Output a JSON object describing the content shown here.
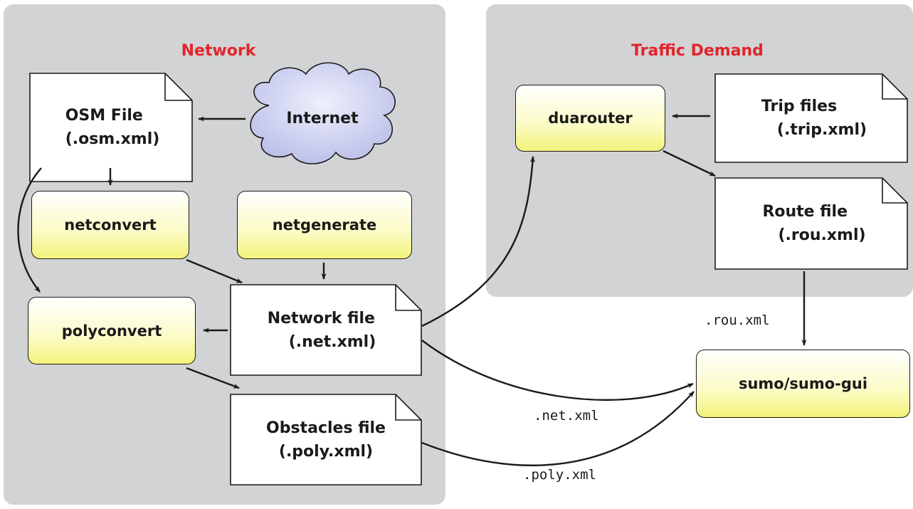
{
  "panels": {
    "network": {
      "title": "Network"
    },
    "demand": {
      "title": "Traffic Demand"
    }
  },
  "nodes": {
    "osm_file": {
      "name": "OSM File",
      "ext": "(.osm.xml)"
    },
    "internet": {
      "label": "Internet"
    },
    "netconvert": {
      "label": "netconvert"
    },
    "netgenerate": {
      "label": "netgenerate"
    },
    "polyconvert": {
      "label": "polyconvert"
    },
    "network_file": {
      "name": "Network file",
      "ext": "(.net.xml)"
    },
    "obstacles_file": {
      "name": "Obstacles file",
      "ext": "(.poly.xml)"
    },
    "duarouter": {
      "label": "duarouter"
    },
    "trip_files": {
      "name": "Trip files",
      "ext": "(.trip.xml)"
    },
    "route_file": {
      "name": "Route file",
      "ext": "(.rou.xml)"
    },
    "sumo": {
      "label": "sumo/sumo-gui"
    }
  },
  "edge_labels": {
    "rou": ".rou.xml",
    "net": ".net.xml",
    "poly": ".poly.xml"
  },
  "colors": {
    "panel": "#d2d3d5",
    "title": "#e3242b",
    "tool_fill_bottom": "#f3f37a",
    "cloud_fill": "#c9cdf0"
  }
}
